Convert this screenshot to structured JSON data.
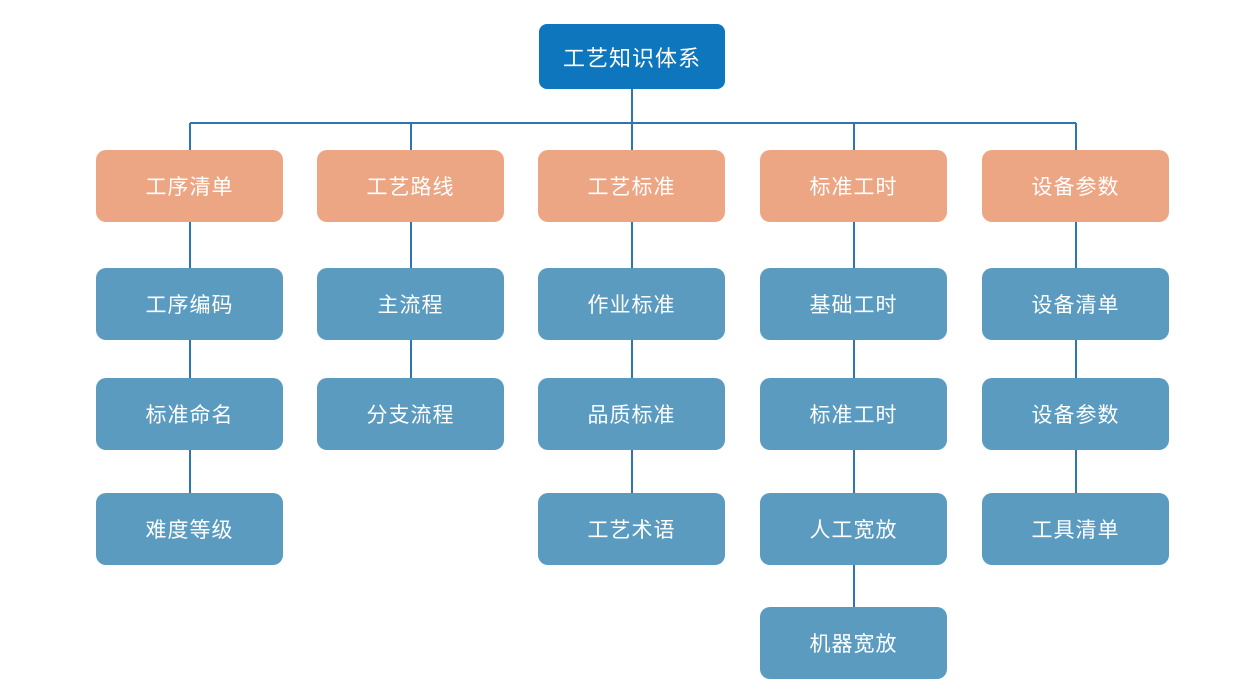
{
  "diagram": {
    "title": "工艺知识体系",
    "type": "org-chart",
    "colors": {
      "root": "#0E76BC",
      "category": "#EDA684",
      "leaf": "#5B9BC0",
      "connector": "#2E75B6",
      "text": "#FFFFFF",
      "background": "#FFFFFF"
    },
    "root": {
      "label": "工艺知识体系"
    },
    "columns": [
      {
        "category": "工序清单",
        "children": [
          "工序编码",
          "标准命名",
          "难度等级"
        ]
      },
      {
        "category": "工艺路线",
        "children": [
          "主流程",
          "分支流程"
        ]
      },
      {
        "category": "工艺标准",
        "children": [
          "作业标准",
          "品质标准",
          "工艺术语"
        ]
      },
      {
        "category": "标准工时",
        "children": [
          "基础工时",
          "标准工时",
          "人工宽放",
          "机器宽放"
        ]
      },
      {
        "category": "设备参数",
        "children": [
          "设备清单",
          "设备参数",
          "工具清单"
        ]
      }
    ]
  }
}
